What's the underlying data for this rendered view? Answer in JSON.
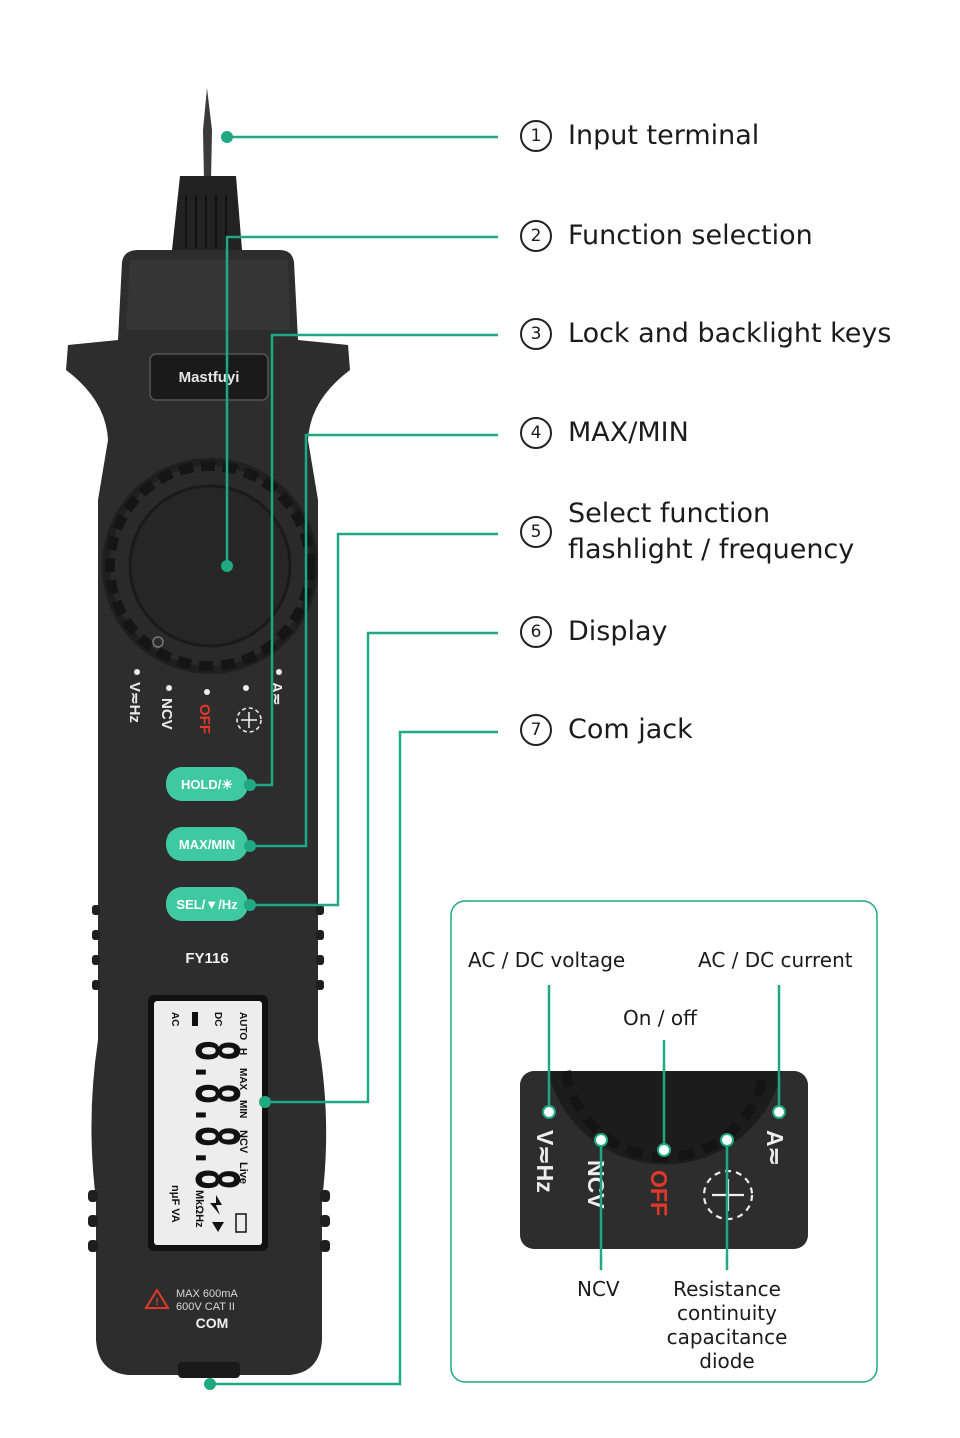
{
  "callouts": [
    {
      "num": "1",
      "label": "Input terminal"
    },
    {
      "num": "2",
      "label": "Function selection"
    },
    {
      "num": "3",
      "label": "Lock and backlight keys"
    },
    {
      "num": "4",
      "label": "MAX/MIN"
    },
    {
      "num": "5",
      "label": "Select function\nflashlight / frequency"
    },
    {
      "num": "6",
      "label": "Display"
    },
    {
      "num": "7",
      "label": "Com jack"
    }
  ],
  "device": {
    "brand": "Mastfuyi",
    "model": "FY116",
    "buttons": {
      "hold": "HOLD/☀",
      "maxmin": "MAX/MIN",
      "sel": "SEL/▼/Hz"
    },
    "dial_labels": {
      "v": "V≂Hz",
      "ncv": "NCV",
      "off": "OFF",
      "a": "A≂"
    },
    "lcd": {
      "digits": "8.8.8.8",
      "ac": "AC",
      "dc": "DC",
      "auto": "AUTO",
      "hold": "H",
      "max": "MAX",
      "min": "MIN",
      "ncv": "NCV",
      "live": "Live",
      "units_a": "MkΩHz",
      "units_b": "nμF VA"
    },
    "warning_line1": "MAX 600mA",
    "warning_line2": "600V CAT II",
    "com": "COM"
  },
  "inset": {
    "ac_dc_voltage": "AC / DC voltage",
    "ac_dc_current": "AC / DC current",
    "on_off": "On / off",
    "ncv": "NCV",
    "resistance": "Resistance\ncontinuity\ncapacitance\ndiode",
    "dial": {
      "v": "V≂Hz",
      "ncv": "NCV",
      "off": "OFF",
      "a": "A≂"
    }
  },
  "colors": {
    "accent": "#1fa882",
    "button": "#3ec9a1",
    "off_red": "#e0392b",
    "body": "#2b2b2b"
  }
}
